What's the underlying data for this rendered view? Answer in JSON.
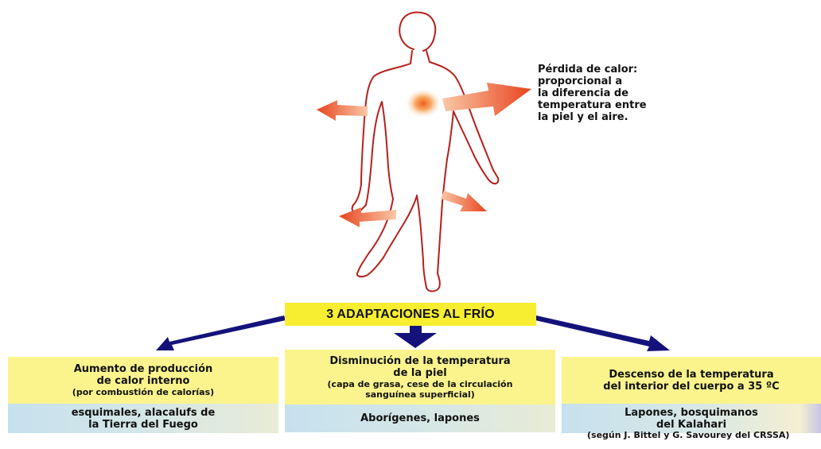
{
  "heat_loss_note": {
    "lines": [
      "Pérdida de calor:",
      "proporcional a",
      "la diferencia de",
      "temperatura entre",
      "la piel y el aire."
    ]
  },
  "title": "3 ADAPTACIONES AL FRÍO",
  "adaptations": [
    {
      "main_lines": [
        "Aumento de producción",
        "de calor interno"
      ],
      "sub_lines": [
        "(por combustión de calorías)"
      ],
      "peoples_lines": [
        "esquimales, alacalufs de",
        "la Tierra del Fuego"
      ]
    },
    {
      "main_lines": [
        "Disminución de la temperatura",
        "de la piel"
      ],
      "sub_lines": [
        "(capa de grasa, cese de la circulación",
        "sanguínea superficial)"
      ],
      "peoples_lines": [
        "Aborígenes, lapones"
      ]
    },
    {
      "main_lines": [
        "Descenso de la temperatura",
        "del interior del cuerpo a 35 ºC"
      ],
      "sub_lines": [],
      "peoples_lines": [
        "Lapones, bosquimanos",
        "del Kalahari"
      ]
    }
  ],
  "credit": "(según J. Bittel y G. Savourey del CRSSA)",
  "colors": {
    "body_outline": "#b5201c",
    "heat_arrow_start": "#f7b187",
    "heat_arrow_end": "#e8441f",
    "navy_arrows": "#14127a",
    "title_box": "#f7ee31",
    "box_top": "#fbf48d"
  },
  "icons": [
    "human-figure-outline",
    "heat-glow",
    "heat-loss-arrow",
    "navy-arrow"
  ]
}
